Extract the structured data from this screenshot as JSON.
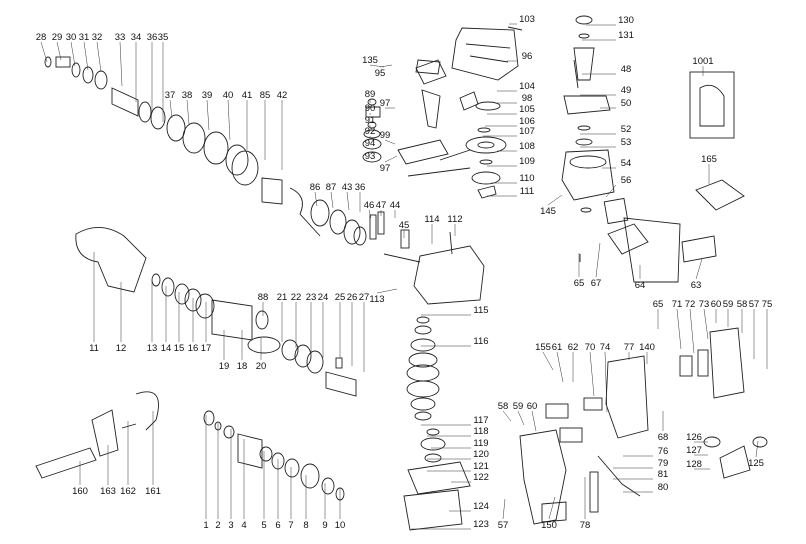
{
  "diagram": {
    "part_numbers": [
      "28",
      "29",
      "30",
      "31",
      "32",
      "33",
      "34",
      "36",
      "35",
      "37",
      "38",
      "39",
      "40",
      "41",
      "85",
      "42",
      "86",
      "87",
      "43",
      "36",
      "46",
      "47",
      "44",
      "45",
      "89",
      "90",
      "91",
      "92",
      "94",
      "93",
      "97",
      "99",
      "97",
      "95",
      "135",
      "103",
      "96",
      "104",
      "98",
      "105",
      "106",
      "107",
      "108",
      "109",
      "110",
      "111",
      "130",
      "131",
      "48",
      "49",
      "50",
      "52",
      "53",
      "54",
      "56",
      "145",
      "1001",
      "165",
      "65",
      "67",
      "64",
      "63",
      "114",
      "112",
      "113",
      "115",
      "116",
      "117",
      "118",
      "119",
      "120",
      "121",
      "122",
      "124",
      "123",
      "11",
      "12",
      "13",
      "14",
      "15",
      "16",
      "17",
      "19",
      "18",
      "20",
      "88",
      "21",
      "22",
      "23",
      "24",
      "25",
      "26",
      "27",
      "1",
      "2",
      "3",
      "4",
      "5",
      "6",
      "7",
      "8",
      "9",
      "10",
      "160",
      "163",
      "162",
      "161",
      "58",
      "59",
      "60",
      "57",
      "155",
      "61",
      "62",
      "150",
      "70",
      "74",
      "77",
      "140",
      "68",
      "76",
      "79",
      "81",
      "80",
      "78",
      "65",
      "71",
      "72",
      "73",
      "60",
      "59",
      "58",
      "57",
      "75",
      "126",
      "127",
      "128",
      "125"
    ]
  }
}
